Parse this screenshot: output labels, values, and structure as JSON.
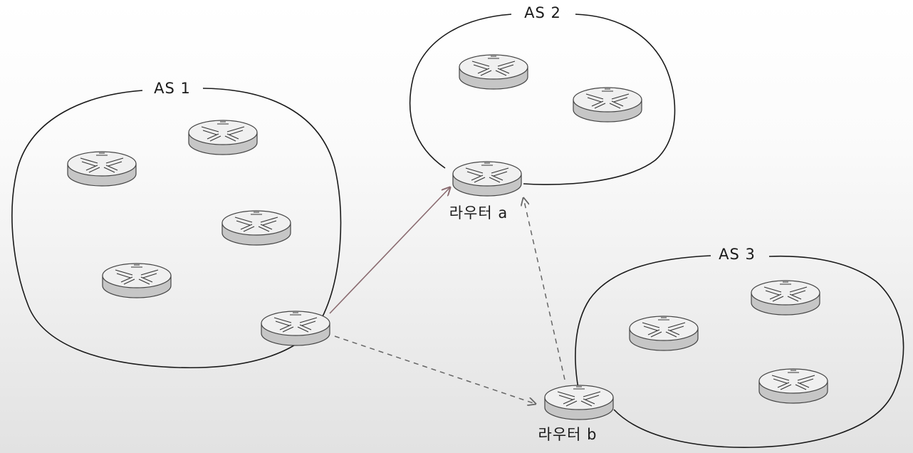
{
  "autonomous_systems": [
    {
      "id": "as1",
      "label": "AS 1",
      "router_count": 5
    },
    {
      "id": "as2",
      "label": "AS 2",
      "router_count": 3
    },
    {
      "id": "as3",
      "label": "AS 3",
      "router_count": 4
    }
  ],
  "routers": {
    "router_a_label": "라우터 a",
    "router_b_label": "라우터 b"
  },
  "links": [
    {
      "from": "as1-border-router",
      "to": "router-a",
      "style": "solid"
    },
    {
      "from": "as1-border-router",
      "to": "router-b",
      "style": "dashed"
    },
    {
      "from": "router-b",
      "to": "router-a",
      "style": "dashed"
    }
  ],
  "colors": {
    "outline": "#1a1a1a",
    "router_top": "#f0f0f0",
    "router_side": "#c6c6c6",
    "solid_link": "#8a6b70",
    "dashed_link": "#666666"
  }
}
